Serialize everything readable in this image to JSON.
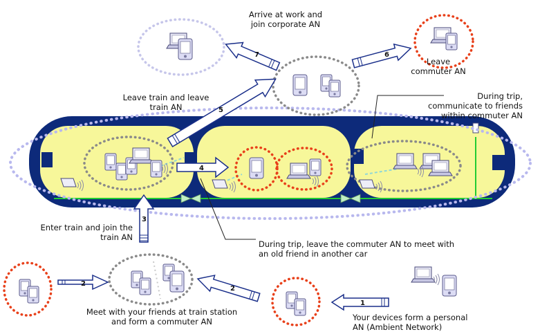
{
  "captions": {
    "arrive_work": "Arrive at work and\njoin corporate AN",
    "leave_commuter": "Leave\ncommuter AN",
    "leave_train": "Leave train and leave\ntrain AN",
    "during_trip_friends": "During trip,\ncommunicate to friends\nwithin commuter AN",
    "enter_train": "Enter train and join the\ntrain AN",
    "during_trip_old_friend": "During trip, leave the commuter AN to meet with\nan old friend in another car",
    "meet_friends": "Meet with your friends at train station\nand form a commuter AN",
    "devices_personal": "Your devices form a personal\nAN (Ambient Network)"
  },
  "steps": {
    "s1": "1",
    "s2a": "2",
    "s2b": "2",
    "s3": "3",
    "s4": "4",
    "s5": "5",
    "s6": "6",
    "s7": "7"
  },
  "colors": {
    "train_body": "#0d2a7a",
    "car_fill": "#f7f79a",
    "train_network": "#b8b8ee",
    "commuter_network": "#8a8a8a",
    "personal_network": "#e8401a",
    "corporate_network": "#c6c6ea",
    "train_cable": "#22cc33",
    "arrow_fill": "#ffffff",
    "arrow_stroke": "#1a2f8a"
  },
  "icons": [
    "laptop-icon",
    "pda-icon",
    "phone-icon",
    "wireless-access-point-icon"
  ]
}
